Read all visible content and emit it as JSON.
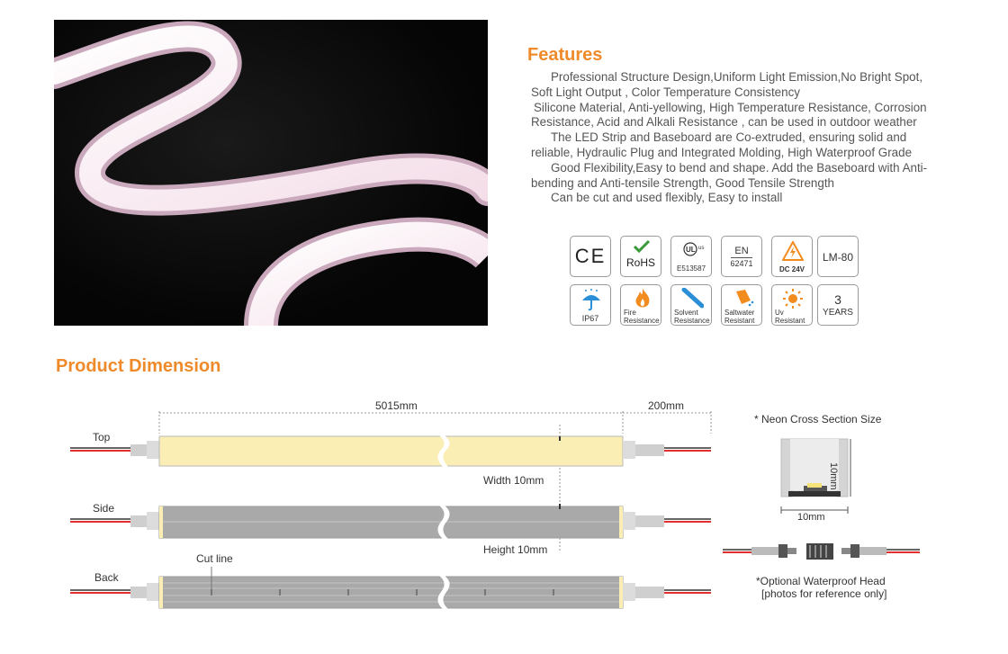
{
  "features": {
    "title": "Features",
    "lines": [
      "Professional Structure Design,Uniform Light Emission,No Bright Spot, Soft Light Output , Color Temperature Consistency",
      "Silicone Material, Anti-yellowing, High Temperature Resistance, Corrosion Resistance, Acid and Alkali Resistance , can be used in outdoor weather",
      "The LED Strip and Baseboard are Co-extruded, ensuring solid and reliable, Hydraulic Plug and Integrated Molding, High Waterproof Grade",
      "Good Flexibility,Easy to bend and shape. Add the Baseboard with Anti-bending and Anti-tensile Strength, Good Tensile Strength",
      "Can be cut and used flexibly, Easy to install"
    ]
  },
  "badges": {
    "ce": "CE",
    "rohs": "RoHS",
    "ul_code": "E513587",
    "ul_us": "us",
    "en_top": "EN",
    "en_bottom": "62471",
    "dc": "DC 24V",
    "lm": "LM-80",
    "ip": "IP67",
    "fire_1": "Fire",
    "fire_2": "Resistance",
    "solvent_1": "Solvent",
    "solvent_2": "Resistance",
    "salt_1": "Saltwater",
    "salt_2": "Resistant",
    "uv_1": "Uv",
    "uv_2": "Resistant",
    "years_num": "3",
    "years_word": "YEARS"
  },
  "dimension": {
    "title": "Product Dimension",
    "length_main": "5015mm",
    "length_lead": "200mm",
    "view_top": "Top",
    "view_side": "Side",
    "view_back": "Back",
    "width_label": "Width 10mm",
    "height_label": "Height 10mm",
    "cut_line": "Cut line",
    "cross_title": "*  Neon Cross Section Size",
    "cross_height": "10mm",
    "cross_width": "10mm",
    "head_note_1": "*Optional Waterproof Head",
    "head_note_2": "[photos for reference only]"
  },
  "colors": {
    "accent": "#ef8a2a",
    "strip_light": "#fbeeb4",
    "strip_gray": "#a9a9a9",
    "badge_orange": "#f28c1e",
    "badge_blue": "#2a8fd6",
    "rohs_green": "#3a9a3a"
  }
}
